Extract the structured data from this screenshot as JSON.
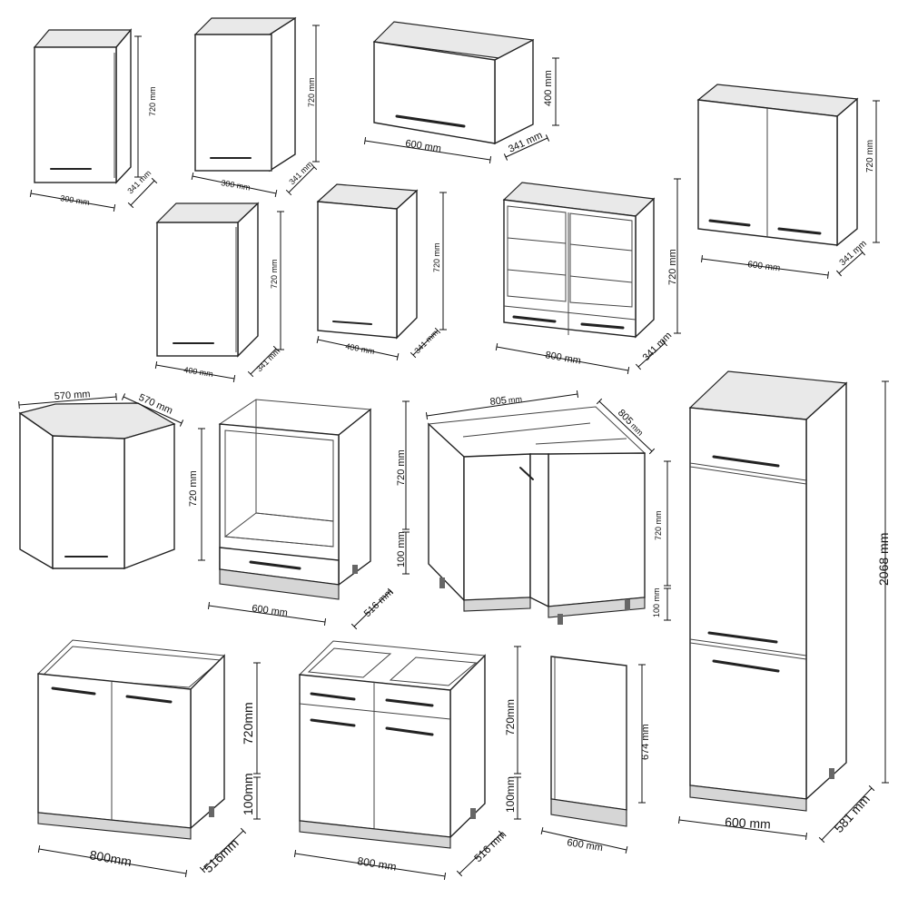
{
  "labels": {
    "c1_w": "300 mm",
    "c1_d": "341 mm",
    "c1_h": "720 mm",
    "c2_w": "300 mm",
    "c2_d": "341 mm",
    "c2_h": "720 mm",
    "c3_w": "600 mm",
    "c3_d": "341 mm",
    "c3_h": "400 mm",
    "c4_w": "600 mm",
    "c4_d": "341 mm",
    "c4_h": "720 mm",
    "c5_w": "400 mm",
    "c5_d": "341 mm",
    "c5_h": "720 mm",
    "c6_w": "400 mm",
    "c6_d": "341 mm",
    "c6_h": "720 mm",
    "c7_w": "800 mm",
    "c7_d": "341 mm",
    "c7_h": "720 mm",
    "c8_w1": "570 mm",
    "c8_w2": "570 mm",
    "c8_h": "720 mm",
    "c9_w": "600 mm",
    "c9_d": "516 mm",
    "c9_h": "720 mm",
    "c9_p": "100 mm",
    "c10_w_num": "805",
    "c10_w_unit": "mm",
    "c10_d_num": "805",
    "c10_d_unit": "mm",
    "c10_h": "720 mm",
    "c10_p": "100 mm",
    "c11_h": "2068 mm",
    "c11_w": "600 mm",
    "c11_d": "581 mm",
    "c12_w": "800mm",
    "c12_d": "516mm",
    "c12_h": "720mm",
    "c12_p": "100mm",
    "c13_w": "800 mm",
    "c13_d": "516 mm",
    "c13_h": "720mm",
    "c13_p": "100mm",
    "c14_w": "600 mm",
    "c14_h": "674 mm"
  }
}
